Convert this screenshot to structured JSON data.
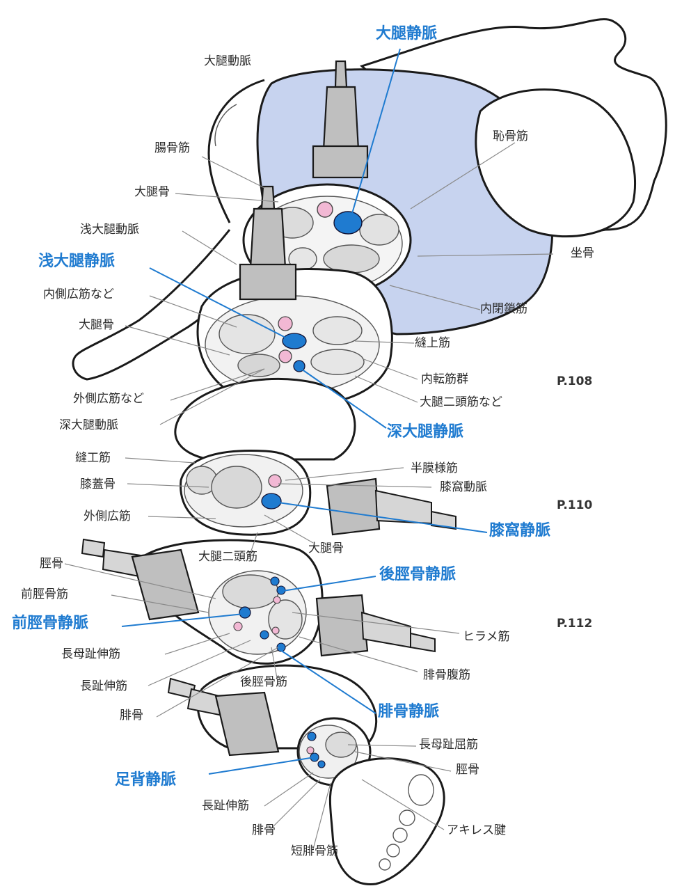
{
  "labels": {
    "gsv": "大腿静脈",
    "femoral_artery_top": "大腿動脈",
    "iliopsoas": "腸骨筋",
    "pectineus": "恥骨筋",
    "femur_top": "大腿骨",
    "sfa": "浅大腿動脈",
    "sfv": "浅大腿静脈",
    "ischium": "坐骨",
    "vastus_medialis": "内側広筋など",
    "obturator_internus": "内閉鎖筋",
    "femur_mid": "大腿骨",
    "sartorius_mid": "縫上筋",
    "adductors": "内転筋群",
    "vastus_lateralis_mid": "外側広筋など",
    "biceps_femoris_mid": "大腿二頭筋など",
    "deep_femoral_artery": "深大腿動脈",
    "deep_femoral_vein": "深大腿静脈",
    "sartorius_knee": "縫工筋",
    "semimembranosus": "半膜様筋",
    "patella": "膝蓋骨",
    "popliteal_artery": "膝窩動脈",
    "vastus_lateralis_knee": "外側広筋",
    "popliteal_vein": "膝窩静脈",
    "femur_knee": "大腿骨",
    "biceps_femoris_knee": "大腿二頭筋",
    "tibia_leg": "脛骨",
    "posterior_tibial_vein": "後脛骨静脈",
    "tibialis_anterior": "前脛骨筋",
    "anterior_tibial_vein": "前脛骨静脈",
    "soleus": "ヒラメ筋",
    "ehl": "長母趾伸筋",
    "edl_leg": "長趾伸筋",
    "tibialis_posterior": "後脛骨筋",
    "gastrocnemius": "腓骨腹筋",
    "fibula_leg": "腓骨",
    "peroneal_vein": "腓骨静脈",
    "fhl": "長母趾屈筋",
    "tibia_ankle": "脛骨",
    "dorsalis_pedis_vein": "足背静脈",
    "edl_ankle": "長趾伸筋",
    "achilles": "アキレス腱",
    "fibula_ankle": "腓骨",
    "peroneus_brevis": "短腓骨筋"
  },
  "page_refs": {
    "p108": "P.108",
    "p110": "P.110",
    "p112": "P.112"
  },
  "colors": {
    "vein_blue": "#1f7bd0",
    "artery_pink": "#f2b8d4",
    "thigh_fill": "#c7d3ef",
    "bone_gray": "#d9d9d9",
    "label_text": "#2b2b2b"
  }
}
